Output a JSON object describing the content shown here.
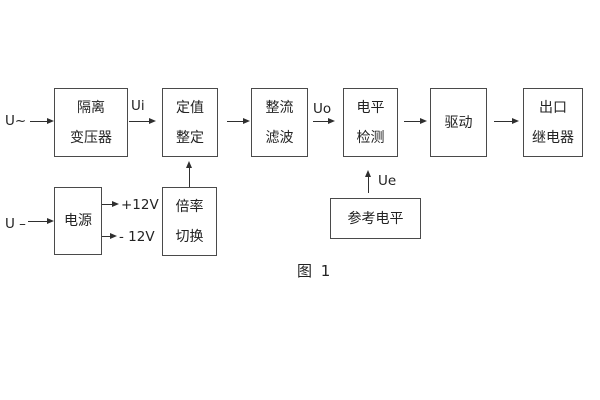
{
  "figure": {
    "caption": "图 1",
    "io": {
      "ac_input": "U~",
      "dc_input": "U –",
      "ui": "Ui",
      "uo": "Uo",
      "ue": "Ue",
      "rail_pos": "+12V",
      "rail_neg": "- 12V"
    },
    "blocks": {
      "transformer": {
        "line1": "隔离",
        "line2": "变压器"
      },
      "setting": {
        "line1": "定值",
        "line2": "整定"
      },
      "rectifier": {
        "line1": "整流",
        "line2": "滤波"
      },
      "level": {
        "line1": "电平",
        "line2": "检测"
      },
      "drive": {
        "label": "驱动"
      },
      "relay": {
        "line1": "出口",
        "line2": "继电器"
      },
      "power": {
        "label": "电源"
      },
      "ratio": {
        "line1": "倍率",
        "line2": "切换"
      },
      "reference": {
        "label": "参考电平"
      }
    },
    "colors": {
      "line": "#2f2f2f",
      "border": "#4a4a4a",
      "text": "#232323",
      "background": "#ffffff"
    }
  }
}
